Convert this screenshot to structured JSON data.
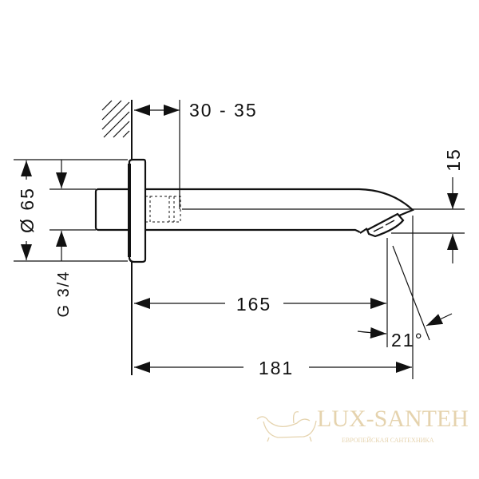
{
  "dimensions": {
    "wall_offset": "30 - 35",
    "rosette_diameter": "Ø 65",
    "thread": "G 3/4",
    "outlet_height": "15",
    "length_to_outlet": "165",
    "total_length": "181",
    "angle": "21°"
  },
  "watermark": {
    "brand": "LUX-SANTEH",
    "tagline": "ЕВРОПЕЙСКАЯ САНТЕХНИКА",
    "color": "#e3cfa6"
  },
  "colors": {
    "line": "#111111",
    "background": "#ffffff"
  }
}
